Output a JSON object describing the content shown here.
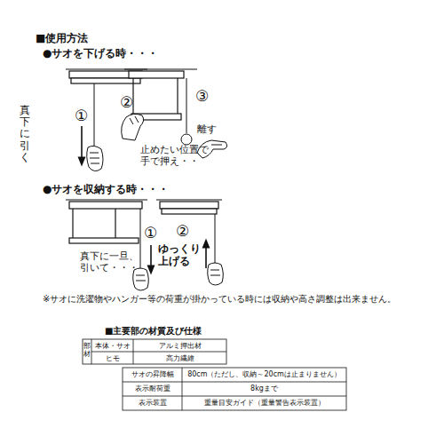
{
  "diagram": {
    "title": "■使用方法",
    "labels": [
      "●サオを下げる時・・・",
      "①",
      "真下に引く",
      "②",
      "③",
      "離す",
      "止めたい位置で 手で押え・・",
      "●サオを収納する時・・・",
      "真下に一旦、 引いて・・・",
      "①",
      "②",
      "ゆっくり 上げる",
      "※サオに洗濯物やハンガー等の荷重が掛かっている時には収納や高さ調整は出来ません。",
      "■主要部の材質及び仕様",
      "部材",
      "本体・サオ",
      "アルミ押出材",
      "ヒモ",
      "高力繊維",
      "サオの昇降幅",
      "80cm（ただし、収納～20cmは止まりません）",
      "表示耐荷重",
      "8kgまで",
      "表示装置",
      "重量目安ガイド（重量警告表示装置）"
    ]
  }
}
